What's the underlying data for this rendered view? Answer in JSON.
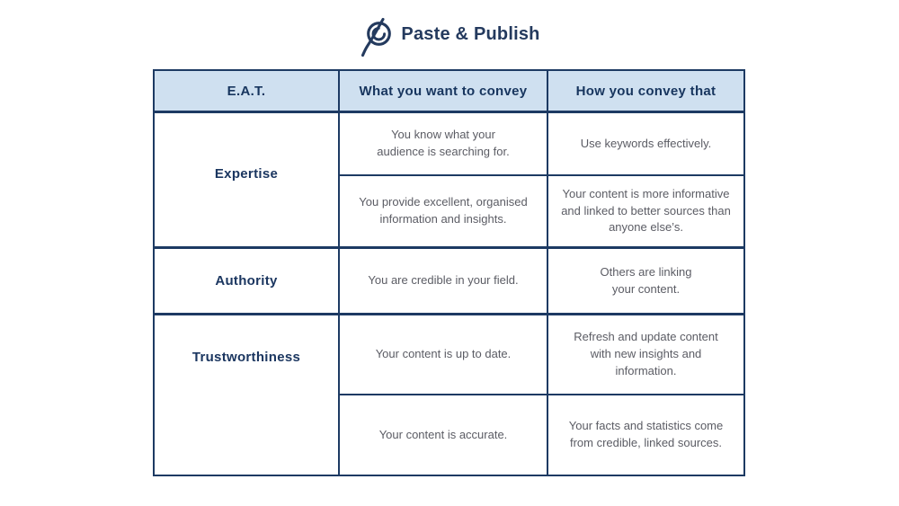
{
  "logo": {
    "text": "Paste & Publish"
  },
  "table": {
    "headers": [
      "E.A.T.",
      "What you want to convey",
      "How you convey that"
    ],
    "sections": [
      {
        "label": "Expertise",
        "rows": [
          {
            "convey": "You know what your\naudience is searching for.",
            "how": "Use keywords effectively."
          },
          {
            "convey": "You provide excellent, organised\ninformation and insights.",
            "how": "Your content is more informative\nand linked to better sources than\nanyone else’s."
          }
        ]
      },
      {
        "label": "Authority",
        "rows": [
          {
            "convey": "You are credible in your field.",
            "how": "Others are linking\nyour content."
          }
        ]
      },
      {
        "label": "Trustworthiness",
        "rows": [
          {
            "convey": "Your content is up to date.",
            "how": "Refresh and update content\nwith new insights and\ninformation."
          },
          {
            "convey": "Your content is accurate.",
            "how": "Your facts and statistics come\nfrom credible, linked sources."
          }
        ]
      }
    ]
  },
  "colors": {
    "border": "#1d3a63",
    "header_bg": "#cfe0f0",
    "heading_text": "#17355e",
    "body_text": "#5b5c64",
    "logo_navy": "#243a5e"
  }
}
